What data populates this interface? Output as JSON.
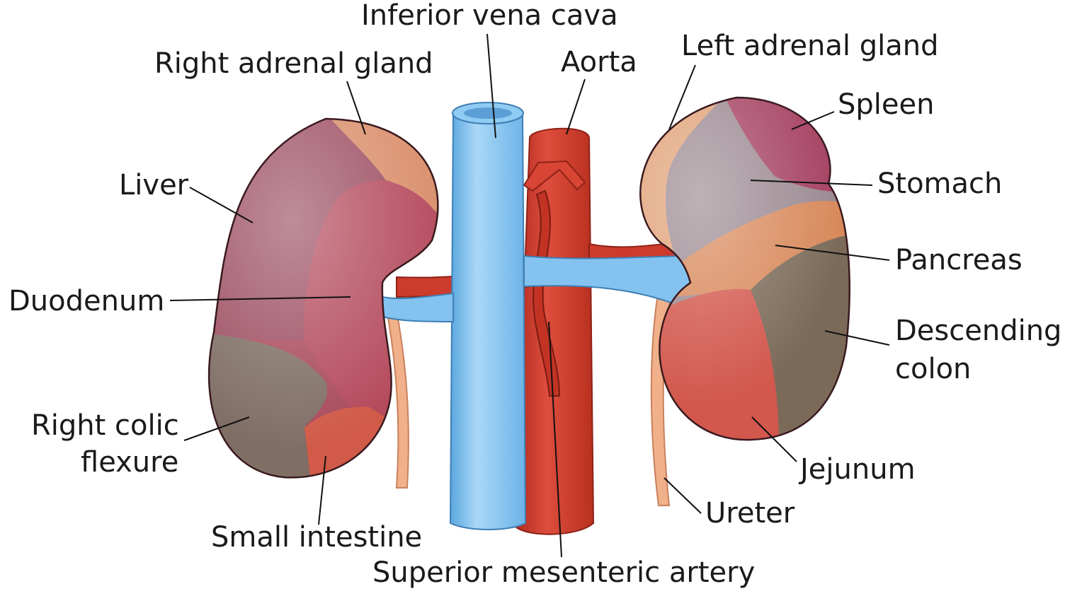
{
  "labels": {
    "inferior_vena_cava": "Inferior vena cava",
    "right_adrenal_gland": "Right adrenal gland",
    "aorta": "Aorta",
    "left_adrenal_gland": "Left adrenal gland",
    "spleen": "Spleen",
    "liver": "Liver",
    "stomach": "Stomach",
    "pancreas": "Pancreas",
    "duodenum": "Duodenum",
    "descending_colon_line1": "Descending",
    "descending_colon_line2": "colon",
    "right_colic_flexure_line1": "Right colic",
    "right_colic_flexure_line2": "flexure",
    "jejunum": "Jejunum",
    "ureter": "Ureter",
    "small_intestine": "Small intestine",
    "superior_mesenteric_artery": "Superior mesenteric artery"
  },
  "colors": {
    "kidney_base": "#a8495a",
    "liver": "#9c4e62",
    "right_adrenal": "#d98e6a",
    "duodenum": "#b44a5c",
    "right_colic_flexure": "#7f6e64",
    "small_intestine_right": "#d15a48",
    "left_adrenal": "#e0a075",
    "spleen": "#a54061",
    "stomach": "#9a8890",
    "pancreas": "#d8885a",
    "descending_colon": "#7b6a58",
    "jejunum": "#d2574c",
    "vena_cava": "#7fbfee",
    "aorta": "#c93a2c",
    "ureter": "#f0b089",
    "leader_line": "#111111"
  }
}
